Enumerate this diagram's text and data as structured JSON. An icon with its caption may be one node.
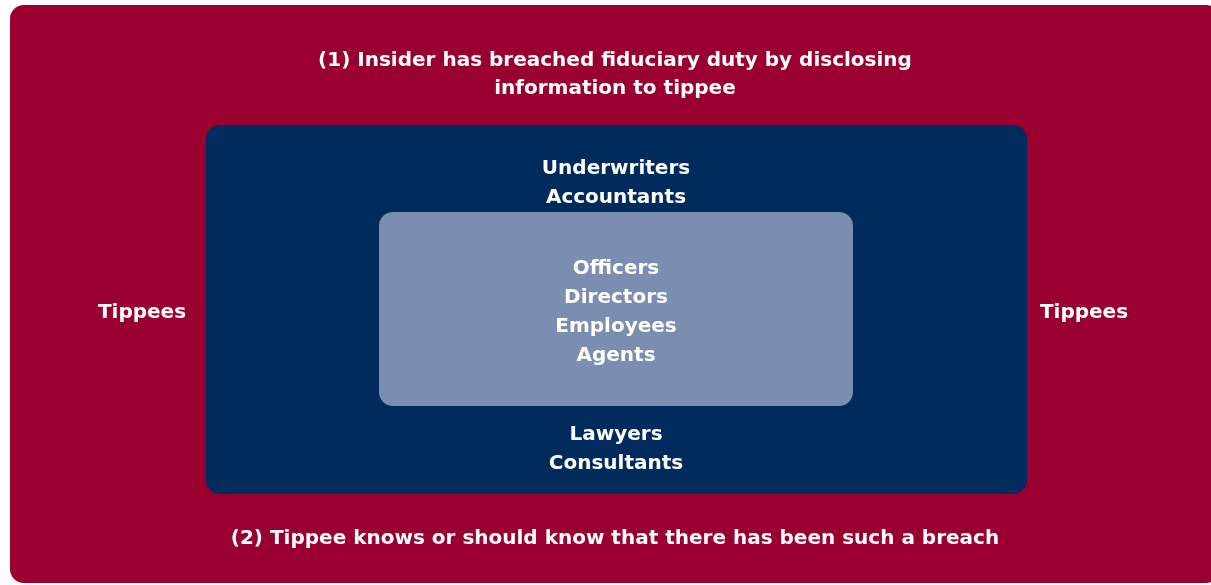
{
  "diagram": {
    "nodes": [
      {
        "text": [
          "(1) Insider has breached fiduciary duty by disclosing information to tippee",
          "Tippees",
          "Tippees",
          "(2) Tippee knows or should know that there has been such a breach"
        ]
      },
      {
        "text": [
          "Underwriters",
          "Accountants",
          "Lawyers",
          "Consultants"
        ],
        "in": 0
      },
      {
        "text": [
          "Officers",
          "Directors",
          "Employees",
          "Agents"
        ],
        "in": 1
      }
    ]
  }
}
